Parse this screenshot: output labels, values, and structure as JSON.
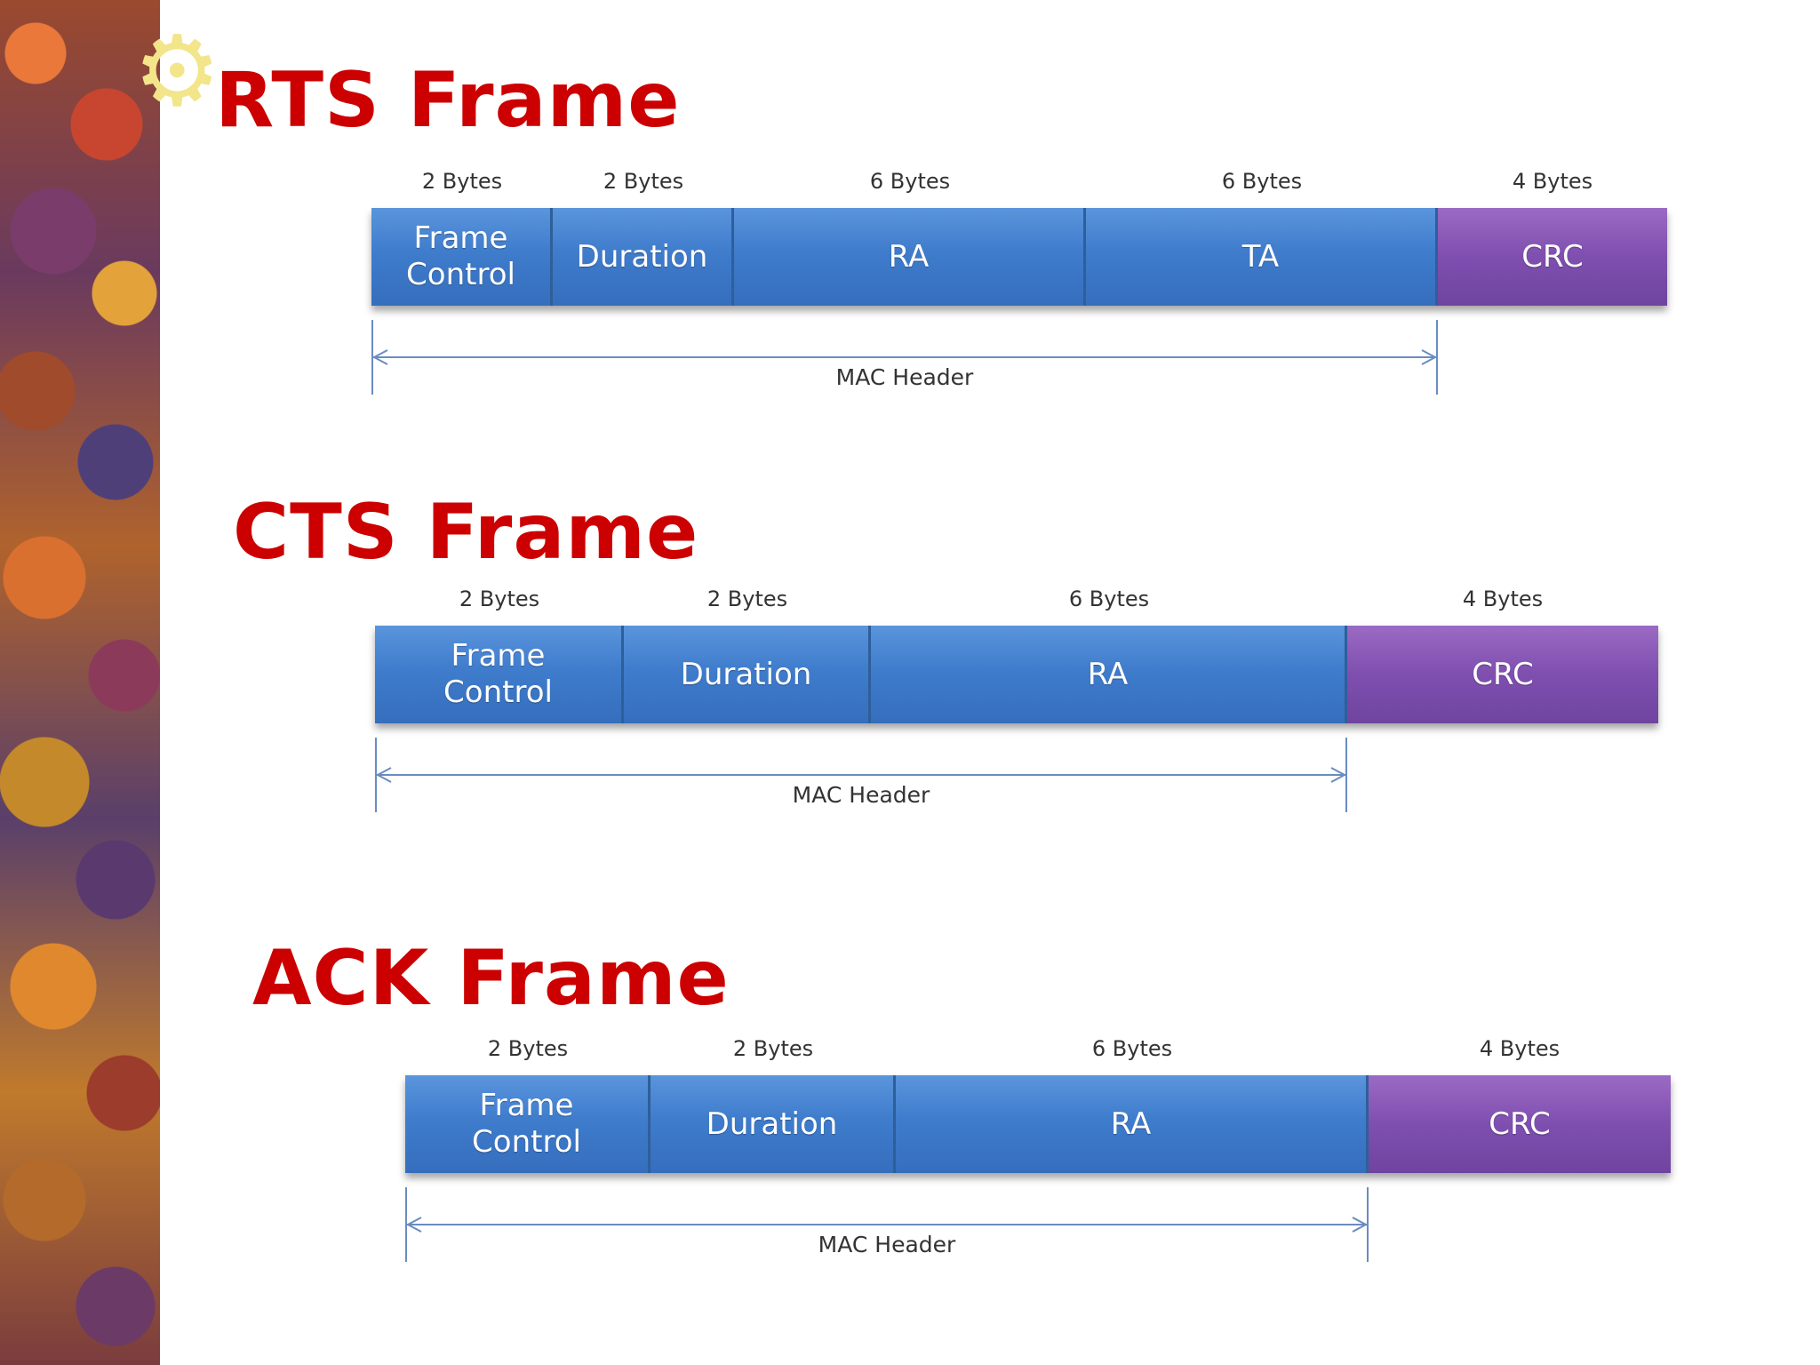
{
  "colors": {
    "title": "#cc0000",
    "field_blue": "#3f7ccc",
    "field_purple": "#7f4fb0",
    "arrow": "#6a8cc0"
  },
  "frames": [
    {
      "title": "RTS Frame",
      "fields": [
        {
          "bytes": "2 Bytes",
          "label": "Frame\nControl",
          "color": "blue"
        },
        {
          "bytes": "2 Bytes",
          "label": "Duration",
          "color": "blue"
        },
        {
          "bytes": "6 Bytes",
          "label": "RA",
          "color": "blue"
        },
        {
          "bytes": "6 Bytes",
          "label": "TA",
          "color": "blue"
        },
        {
          "bytes": "4 Bytes",
          "label": "CRC",
          "color": "purple"
        }
      ],
      "header_label": "MAC Header"
    },
    {
      "title": "CTS Frame",
      "fields": [
        {
          "bytes": "2 Bytes",
          "label": "Frame\nControl",
          "color": "blue"
        },
        {
          "bytes": "2 Bytes",
          "label": "Duration",
          "color": "blue"
        },
        {
          "bytes": "6 Bytes",
          "label": "RA",
          "color": "blue"
        },
        {
          "bytes": "4 Bytes",
          "label": "CRC",
          "color": "purple"
        }
      ],
      "header_label": "MAC Header"
    },
    {
      "title": "ACK Frame",
      "fields": [
        {
          "bytes": "2 Bytes",
          "label": "Frame\nControl",
          "color": "blue"
        },
        {
          "bytes": "2 Bytes",
          "label": "Duration",
          "color": "blue"
        },
        {
          "bytes": "6 Bytes",
          "label": "RA",
          "color": "blue"
        },
        {
          "bytes": "4 Bytes",
          "label": "CRC",
          "color": "purple"
        }
      ],
      "header_label": "MAC Header"
    }
  ]
}
